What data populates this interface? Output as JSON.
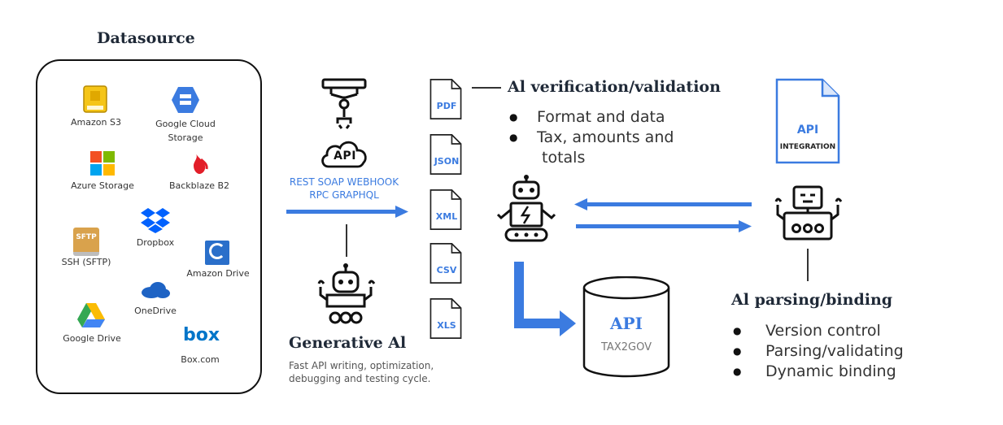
{
  "datasource": {
    "title": "Datasource",
    "services": {
      "s3": "Amazon S3",
      "gcs": "Google Cloud\nStorage",
      "azure": "Azure Storage",
      "backblaze": "Backblaze B2",
      "dropbox": "Dropbox",
      "sftp": "SSH (SFTP)",
      "sftp_badge": "SFTP",
      "amazon_drive": "Amazon Drive",
      "onedrive": "OneDrive",
      "gdrive": "Google Drive",
      "box": "Box.com",
      "box_logo": "box"
    }
  },
  "api_block": {
    "cloud_text": "API",
    "protocols_line1": "REST SOAP WEBHOOK",
    "protocols_line2": "RPC GRAPHQL"
  },
  "generative": {
    "title": "Generative Al",
    "desc_line1": "Fast API writing, optimization,",
    "desc_line2": "debugging and testing cycle."
  },
  "files": [
    "PDF",
    "JSON",
    "XML",
    "CSV",
    "XLS"
  ],
  "verification": {
    "title": "Al verification/validation",
    "items": [
      "Format and data",
      "Tax, amounts and",
      "totals"
    ]
  },
  "integration_doc": {
    "line1": "API",
    "line2": "INTEGRATION"
  },
  "database": {
    "line1": "API",
    "line2": "TAX2GOV"
  },
  "parsing": {
    "title": "Al parsing/binding",
    "items": [
      "Version control",
      "Parsing/validating",
      "Dynamic binding"
    ]
  },
  "colors": {
    "accent_blue": "#3b7be0",
    "dark": "#1f2937"
  },
  "icons": [
    "robot-arm-icon",
    "cloud-api-icon",
    "robot-icon",
    "document-icon",
    "database-icon"
  ]
}
